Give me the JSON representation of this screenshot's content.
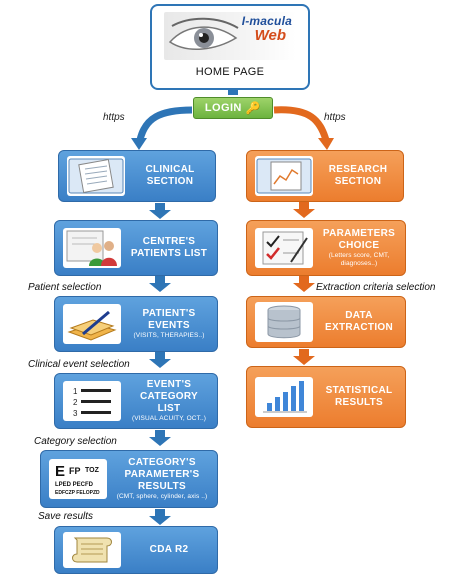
{
  "home": {
    "logo_title": "I-macula",
    "logo_sub": "Web",
    "label": "HOME PAGE"
  },
  "login": {
    "label": "LOGIN"
  },
  "connections": {
    "left_https": "https",
    "right_https": "https"
  },
  "clinical": {
    "section": {
      "title_line1": "CLINICAL",
      "title_line2": "SECTION"
    },
    "patients_list": {
      "line1": "CENTRE'S",
      "line2": "PATIENTS LIST"
    },
    "patient_selection": "Patient selection",
    "events": {
      "line1": "PATIENT'S",
      "line2": "EVENTS",
      "sub": "(VISITS, THERAPIES..)"
    },
    "clinical_event_selection": "Clinical event selection",
    "category_list": {
      "line1": "EVENT'S CATEGORY",
      "line2": "LIST",
      "sub": "(VISUAL ACUITY, OCT..)"
    },
    "category_selection": "Category selection",
    "parameter_results": {
      "line1": "CATEGORY'S",
      "line2": "PARAMETER'S RESULTS",
      "sub": "(CMT, sphere, cylinder, axis ..)"
    },
    "save_results": "Save results",
    "cda": {
      "label": "CDA R2"
    }
  },
  "research": {
    "section": {
      "title_line1": "RESEARCH",
      "title_line2": "SECTION"
    },
    "parameters_choice": {
      "line1": "PARAMETERS",
      "line2": "CHOICE",
      "sub1": "(Letters score, CMT,",
      "sub2": "diagnoses..)"
    },
    "extraction_criteria_selection": "Extraction criteria selection",
    "data_extraction": {
      "line1": "DATA",
      "line2": "EXTRACTION"
    },
    "statistical_results": {
      "line1": "STATISTICAL",
      "line2": "RESULTS"
    }
  },
  "colors": {
    "blue": "#3a7fc6",
    "orange": "#ec7d2e",
    "login_green": "#6cb33e",
    "arrow_blue": "#2e75b6",
    "arrow_orange": "#e2691e"
  },
  "icons": {
    "home_logo": "eye-icon",
    "clinical_section": "clipboard-document-icon",
    "patients_list": "people-card-icon",
    "events": "folders-pen-icon",
    "category_list": "numbered-list-icon",
    "parameter_results": "eye-chart-icon",
    "cda": "scroll-icon",
    "research_section": "chart-document-icon",
    "parameters_choice": "checklist-icon",
    "data_extraction": "database-icon",
    "statistical_results": "bar-chart-icon",
    "login": "key-icon"
  }
}
